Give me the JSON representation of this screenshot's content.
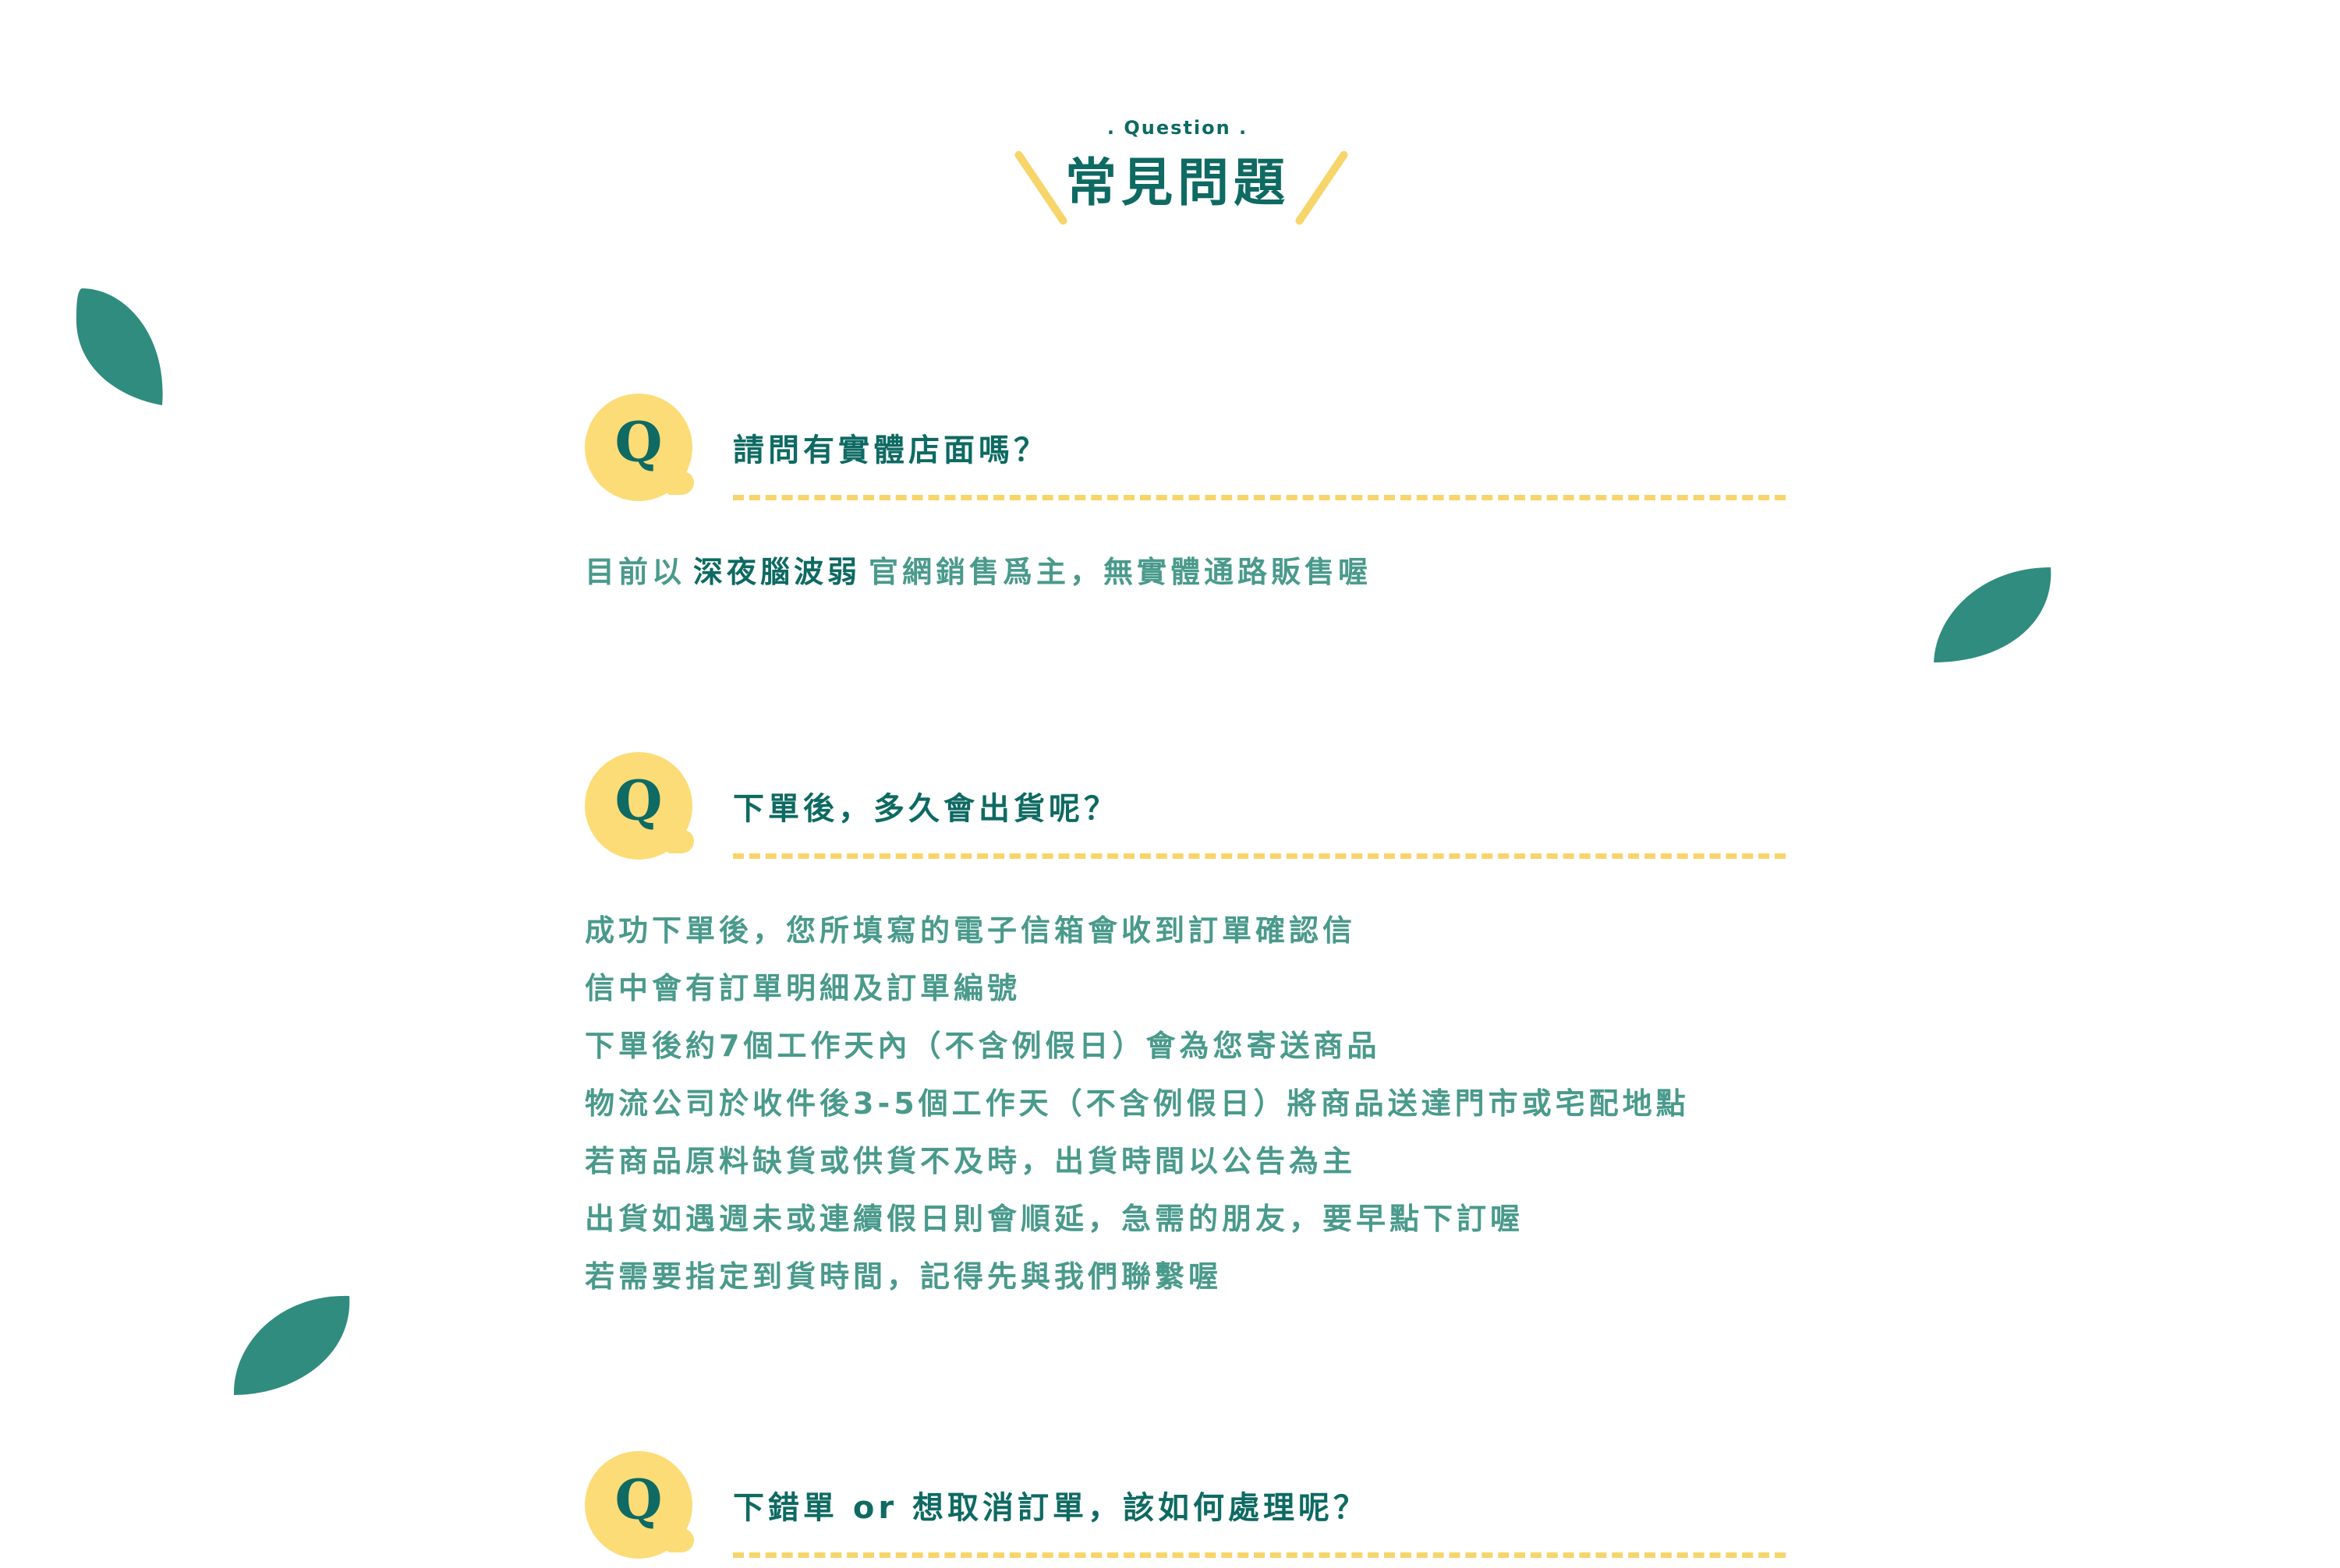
{
  "header": {
    "tag": ". Question .",
    "title": "常見問題"
  },
  "faqs": [
    {
      "q": "Q",
      "question": "請問有實體店面嗎？",
      "answer": {
        "before": "目前以",
        "brand": "深夜腦波弱",
        "after": "官網銷售爲主，無實體通路販售喔"
      }
    },
    {
      "q": "Q",
      "question": "下單後，多久會出貨呢？",
      "answer_lines": [
        "成功下單後，您所填寫的電子信箱會收到訂單確認信",
        "信中會有訂單明細及訂單編號",
        "下單後約7個工作天內（不含例假日）會為您寄送商品",
        "物流公司於收件後3-5個工作天（不含例假日）將商品送達門市或宅配地點",
        "若商品原料缺貨或供貨不及時，出貨時間以公告為主",
        "出貨如遇週未或連續假日則會順延，急需的朋友，要早點下訂喔",
        "若需要指定到貨時間，記得先與我們聯繫喔"
      ]
    },
    {
      "q": "Q",
      "question": "下錯單 or 想取消訂單，該如何處理呢？"
    }
  ],
  "colors": {
    "primary": "#0e6a62",
    "answer": "#4a9a8c",
    "accent": "#fcdc77",
    "leaf": "#2f8c7e"
  },
  "icons": [
    "leaf-icon",
    "q-bubble-icon"
  ]
}
